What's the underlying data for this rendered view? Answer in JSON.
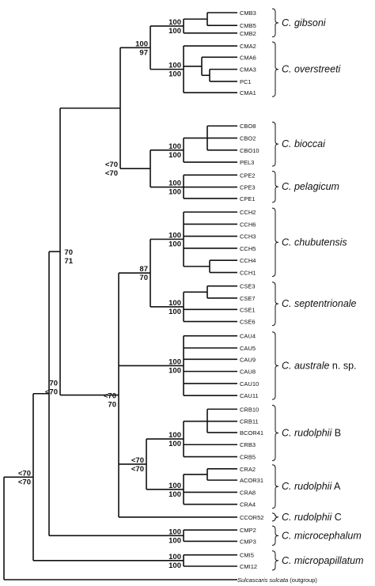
{
  "taxa": [
    "CMB3",
    "CMB5",
    "CMB2",
    "CMA2",
    "CMA6",
    "CMA3",
    "PC1",
    "CMA1",
    "CBO8",
    "CBO2",
    "CBO10",
    "PEL3",
    "CPE2",
    "CPE3",
    "CPE1",
    "CCH2",
    "CCH6",
    "CCH3",
    "CCH5",
    "CCH4",
    "CCH1",
    "CSE3",
    "CSE7",
    "CSE1",
    "CSE6",
    "CAU4",
    "CAU5",
    "CAU9",
    "CAU8",
    "CAU10",
    "CAU11",
    "CRB10",
    "CRB11",
    "BCOR41",
    "CRB3",
    "CRB5",
    "CRA2",
    "ACOR31",
    "CRA8",
    "CRA4",
    "CCOR52",
    "CMP2",
    "CMP3",
    "CMI5",
    "CMI12"
  ],
  "outgroup": {
    "genus": "Sulcascaris sulcata",
    "note": " (outgroup)"
  },
  "clades": [
    {
      "id": "gibsoni",
      "name": "C. gibsoni",
      "suffix": ""
    },
    {
      "id": "overstreeti",
      "name": "C. overstreeti",
      "suffix": ""
    },
    {
      "id": "bioccai",
      "name": "C. bioccai",
      "suffix": ""
    },
    {
      "id": "pelagicum",
      "name": "C. pelagicum",
      "suffix": ""
    },
    {
      "id": "chubutensis",
      "name": "C. chubutensis",
      "suffix": ""
    },
    {
      "id": "septentrionale",
      "name": "C. septentrionale",
      "suffix": ""
    },
    {
      "id": "australe",
      "name": "C. australe",
      "suffix": " n. sp."
    },
    {
      "id": "rudolphiiB",
      "name": "C. rudolphii",
      "suffix": " B"
    },
    {
      "id": "rudolphiiA",
      "name": "C. rudolphii",
      "suffix": " A"
    },
    {
      "id": "rudolphiiC",
      "name": "C. rudolphii",
      "suffix": " C"
    },
    {
      "id": "microcephalum",
      "name": "C. microcephalum",
      "suffix": ""
    },
    {
      "id": "micropapillatum",
      "name": "C. micropapillatum",
      "suffix": ""
    }
  ],
  "support": {
    "gibsoni": {
      "above": "100",
      "below": "100"
    },
    "overstreeti": {
      "above": "100",
      "below": "100"
    },
    "gib_over": {
      "above": "100",
      "below": "97"
    },
    "bioccai": {
      "above": "100",
      "below": "100"
    },
    "pelagicum": {
      "above": "100",
      "below": "100"
    },
    "bio_pel": {
      "above": "<70",
      "below": "<70"
    },
    "g1": {
      "above": "70",
      "below": "<70"
    },
    "chubutensis": {
      "above": "100",
      "below": "100"
    },
    "septentrionale": {
      "above": "100",
      "below": "100"
    },
    "chub_sept": {
      "above": "87",
      "below": "70"
    },
    "australe": {
      "above": "100",
      "below": "100"
    },
    "g3": {
      "above": "<70",
      "below": "70"
    },
    "rudolphiiB": {
      "above": "100",
      "below": "100"
    },
    "rudolphiiA": {
      "above": "100",
      "below": "100"
    },
    "rud": {
      "above": "<70",
      "below": "<70"
    },
    "big": {
      "above": "70",
      "below": "71"
    },
    "microcephalum": {
      "above": "100",
      "below": "100"
    },
    "micropapillatum": {
      "above": "100",
      "below": "100"
    },
    "root": {
      "above": "<70",
      "below": "<70"
    }
  }
}
